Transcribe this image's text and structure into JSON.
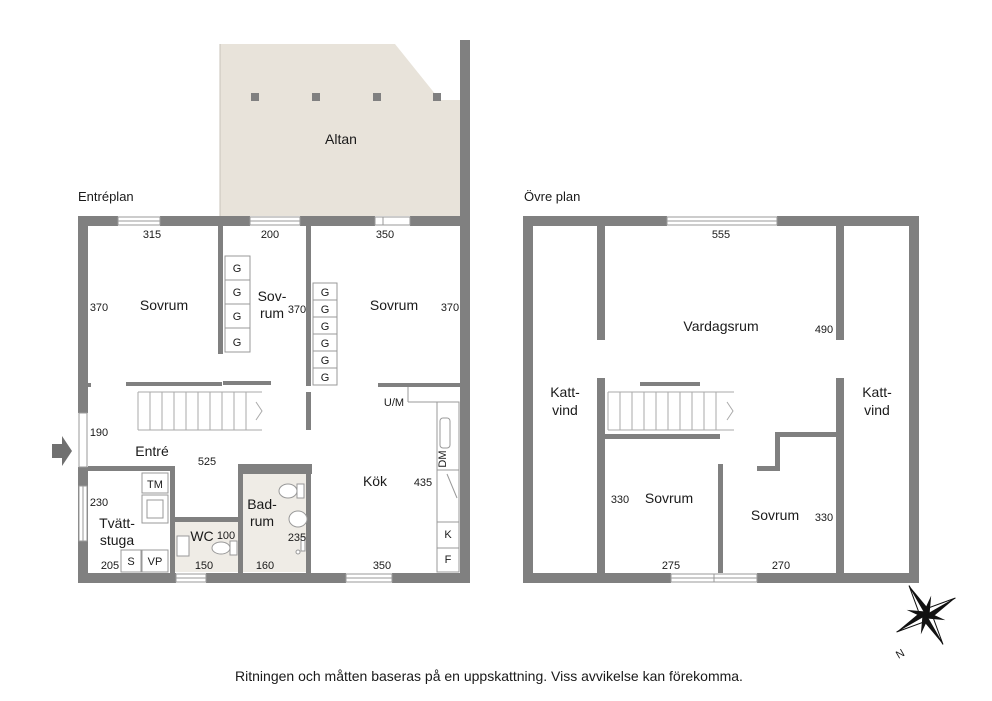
{
  "labels": {
    "ground_title": "Entréplan",
    "upper_title": "Övre plan",
    "caption": "Ritningen och måtten baseras på en uppskattning. Viss avvikelse kan förekomma."
  },
  "ground_rooms": {
    "altan": "Altan",
    "sovrum_left": "Sovrum",
    "sovrum_mid_1": "Sov-",
    "sovrum_mid_2": "rum",
    "sovrum_right": "Sovrum",
    "entre": "Entré",
    "kok": "Kök",
    "badrum_1": "Bad-",
    "badrum_2": "rum",
    "wc": "WC",
    "tvatt_1": "Tvätt-",
    "tvatt_2": "stuga"
  },
  "ground_dims": {
    "d315": "315",
    "d200": "200",
    "d350_top": "350",
    "d370_left": "370",
    "d370_mid": "370",
    "d370_right": "370",
    "d190": "190",
    "d525": "525",
    "d230": "230",
    "d435": "435",
    "d235": "235",
    "d100": "100",
    "d205": "205",
    "d150": "150",
    "d160": "160",
    "d350_bottom": "350"
  },
  "ground_fixtures": {
    "g": "G",
    "um": "U/M",
    "dm": "DM",
    "tm": "TM",
    "s": "S",
    "vp": "VP",
    "k": "K",
    "f": "F"
  },
  "upper_rooms": {
    "vardagsrum": "Vardagsrum",
    "kattvind_left_1": "Katt-",
    "kattvind_left_2": "vind",
    "kattvind_right_1": "Katt-",
    "kattvind_right_2": "vind",
    "sovrum_left": "Sovrum",
    "sovrum_right": "Sovrum"
  },
  "upper_dims": {
    "d555": "555",
    "d490": "490",
    "d330_left": "330",
    "d330_right": "330",
    "d275": "275",
    "d270": "270"
  },
  "compass": {
    "north": "N"
  },
  "colors": {
    "wall": "#808080",
    "altan": "#e8e3da",
    "bath": "#efece6",
    "text": "#1a1a1a"
  }
}
